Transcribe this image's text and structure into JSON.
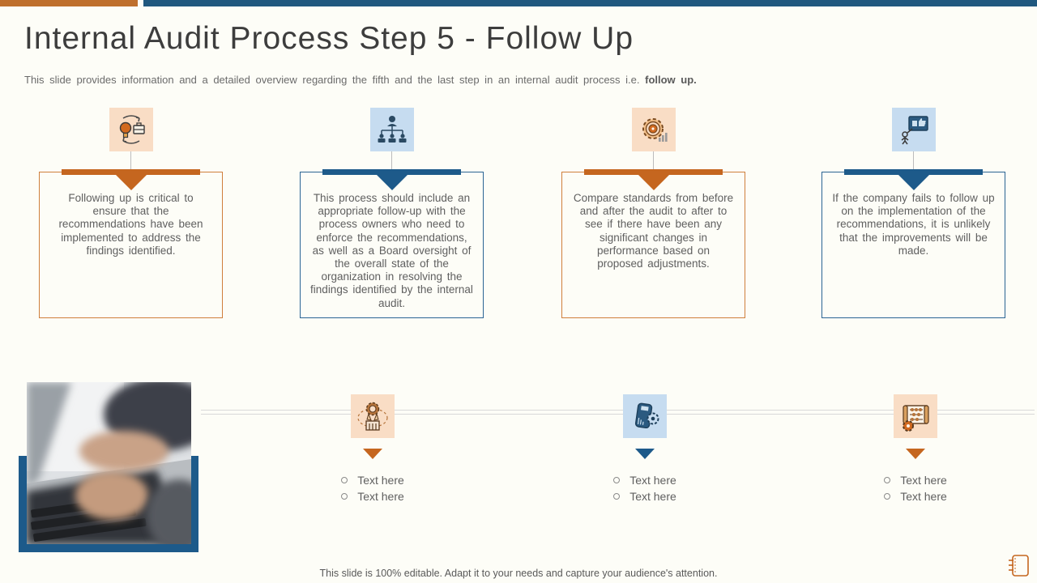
{
  "slide": {
    "title": "Internal Audit Process Step 5 - Follow Up",
    "subtitle_regular": "This slide provides information and a detailed overview  regarding the fifth and the last step in an internal audit process i.e. ",
    "subtitle_bold": "follow up.",
    "footer": "This slide is 100% editable. Adapt it to your needs and capture your audience's attention."
  },
  "colors": {
    "accent_orange": "#c5661f",
    "accent_blue": "#1d5a8a",
    "topbar_orange": "#bf6f2d",
    "topbar_blue": "#20587f",
    "icon_bg_peach": "#f9ddc5",
    "icon_bg_lightblue": "#c6dcf0",
    "body_text": "#5f5f5f"
  },
  "steps": [
    {
      "icon": "bulb-briefcase-sync-icon",
      "accent": "orange",
      "text": "Following up is critical to ensure that the recommendations have been implemented to address the findings identified."
    },
    {
      "icon": "org-hierarchy-icon",
      "accent": "blue",
      "text": "This process should include an appropriate follow-up with the process owners who need to enforce the recommendations, as well as a Board oversight of the overall state of the organization in resolving the findings identified by the internal audit."
    },
    {
      "icon": "gear-performance-icon",
      "accent": "orange",
      "text": "Compare standards from before and after the audit to after to see if there have been any significant changes in performance based on proposed adjustments."
    },
    {
      "icon": "thumbs-up-board-icon",
      "accent": "blue",
      "text": "If the company fails to follow up on the implementation of the recommendations, it is unlikely that the improvements will be made."
    }
  ],
  "timeline": [
    {
      "icon": "award-building-icon",
      "accent": "orange",
      "items": [
        "Text here",
        "Text here"
      ]
    },
    {
      "icon": "device-gear-icon",
      "accent": "blue",
      "items": [
        "Text here",
        "Text here"
      ]
    },
    {
      "icon": "plan-gear-icon",
      "accent": "orange",
      "items": [
        "Text here",
        "Text here"
      ]
    }
  ]
}
